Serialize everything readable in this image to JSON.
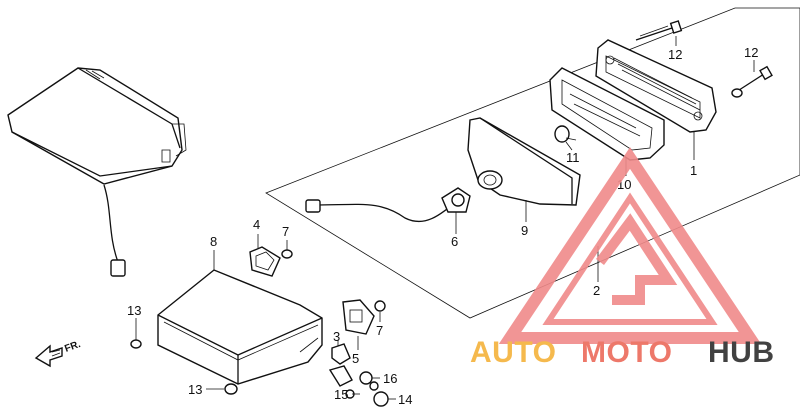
{
  "diagram": {
    "callouts": {
      "p1": "1",
      "p2": "2",
      "p3": "3",
      "p4": "4",
      "p5": "5",
      "p6": "6",
      "p7a": "7",
      "p7b": "7",
      "p8": "8",
      "p9": "9",
      "p10": "10",
      "p11": "11",
      "p12a": "12",
      "p12b": "12",
      "p13a": "13",
      "p13b": "13",
      "p14": "14",
      "p15": "15",
      "p16": "16"
    },
    "direction_arrow": {
      "label": "FR."
    }
  },
  "watermark": {
    "part1": "AUTO",
    "part2": "MOTO",
    "part3": "HUB",
    "colors": {
      "logo": "#f08a8a",
      "auto": "#f4b23a",
      "moto": "#ec6a5a",
      "hub": "#2d2d2d"
    }
  }
}
